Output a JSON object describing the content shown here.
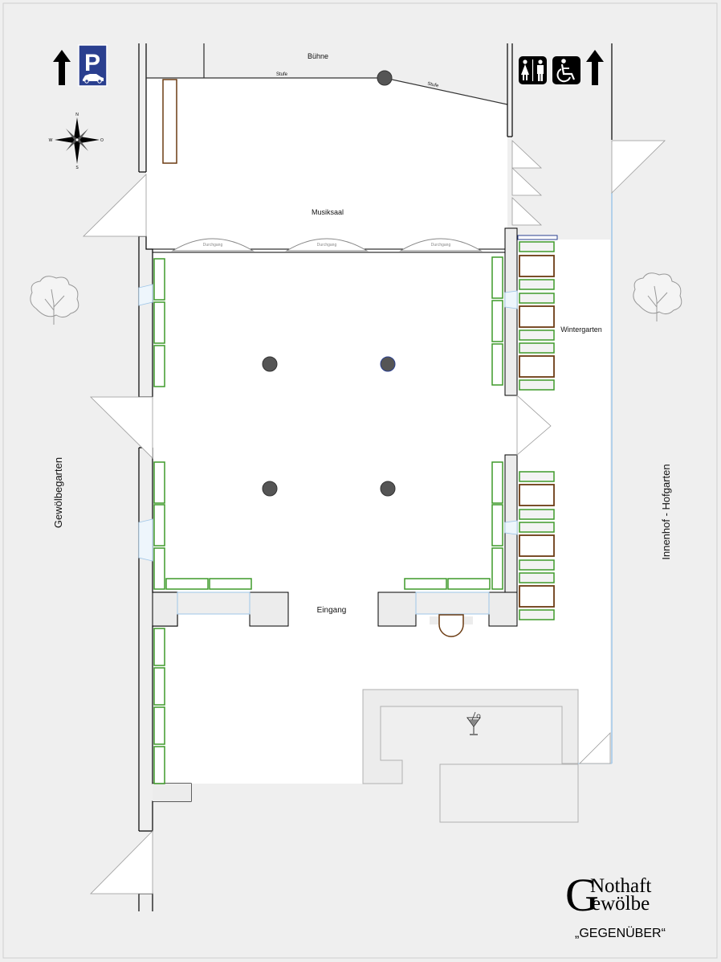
{
  "labels": {
    "stage": "Bühne",
    "step_left": "Stufe",
    "step_right": "Stufe",
    "music_hall": "Musiksaal",
    "passage_1": "Durchgang",
    "passage_2": "Durchgang",
    "passage_3": "Durchgang",
    "winter_garden": "Wintergarten",
    "entrance": "Eingang",
    "vault_garden": "Gewölbegarten",
    "courtyard": "Innenhof - Hofgarten"
  },
  "compass": {
    "n": "N",
    "s": "S",
    "w": "W",
    "o": "O"
  },
  "signs": {
    "parking": "P"
  },
  "icons": {
    "parking": "parking-car-icon",
    "restroom": "restroom-icon",
    "wheelchair": "wheelchair-icon",
    "cocktail": "cocktail-icon",
    "tree": "tree-icon",
    "compass": "compass-rose-icon",
    "arrow": "arrow-up-icon"
  },
  "logo": {
    "first_letter": "G",
    "line1": "Nothaft",
    "line2": "ewölbe",
    "tagline": "„GEGENÜBER“"
  },
  "colors": {
    "background": "#efefef",
    "floor": "#ffffff",
    "wall": "#000000",
    "bench": "#3f9a2a",
    "table": "#6b3b12",
    "sign_blue": "#2a3f8f",
    "window": "#9fc7e8"
  }
}
